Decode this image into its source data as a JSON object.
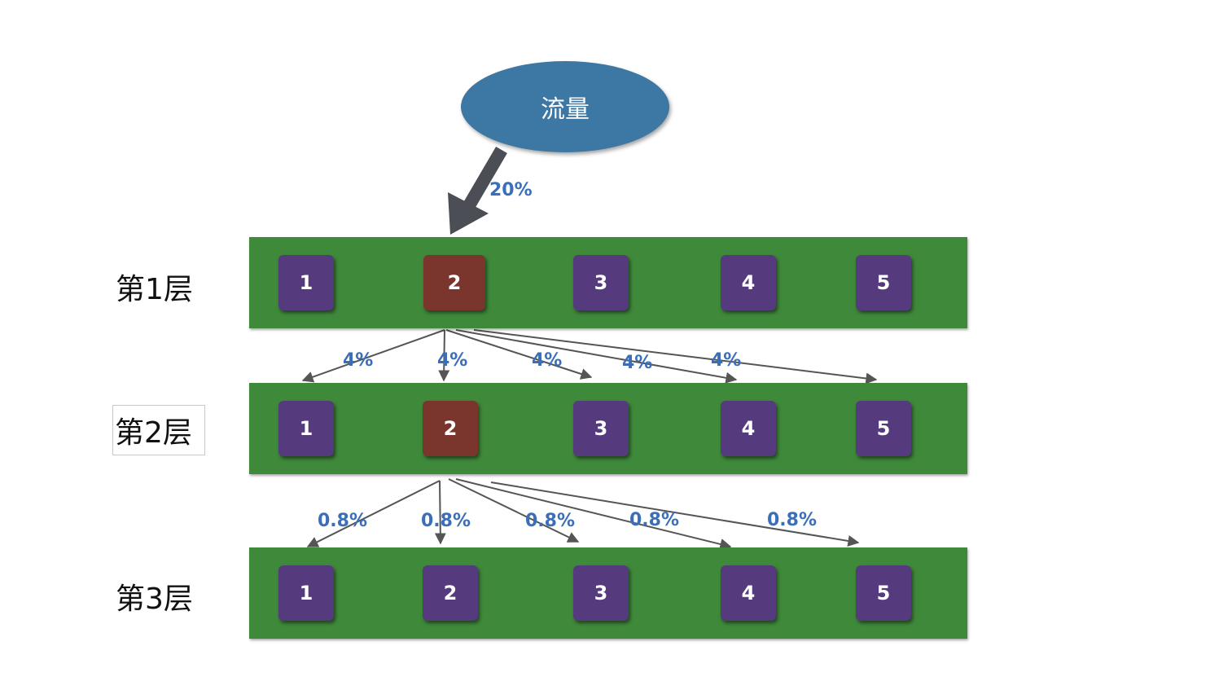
{
  "source": {
    "label": "流量",
    "flow_pct": "20%"
  },
  "layers": [
    {
      "label": "第1层",
      "selected_cell": 2,
      "cells": [
        "1",
        "2",
        "3",
        "4",
        "5"
      ]
    },
    {
      "label": "第2层",
      "selected_cell": 2,
      "cells": [
        "1",
        "2",
        "3",
        "4",
        "5"
      ]
    },
    {
      "label": "第3层",
      "cells": [
        "1",
        "2",
        "3",
        "4",
        "5"
      ]
    }
  ],
  "flows": [
    {
      "from_layer": 1,
      "to_layer": 2,
      "labels": [
        "4%",
        "4%",
        "4%",
        "4%",
        "4%"
      ]
    },
    {
      "from_layer": 2,
      "to_layer": 3,
      "labels": [
        "0.8%",
        "0.8%",
        "0.8%",
        "0.8%",
        "0.8%"
      ]
    }
  ],
  "colors": {
    "band": "#3f893a",
    "cell": "#563a7e",
    "cell_selected": "#7a352c",
    "source": "#3d78a4",
    "pct_text": "#3a6fb8",
    "arrow": "#555555"
  }
}
